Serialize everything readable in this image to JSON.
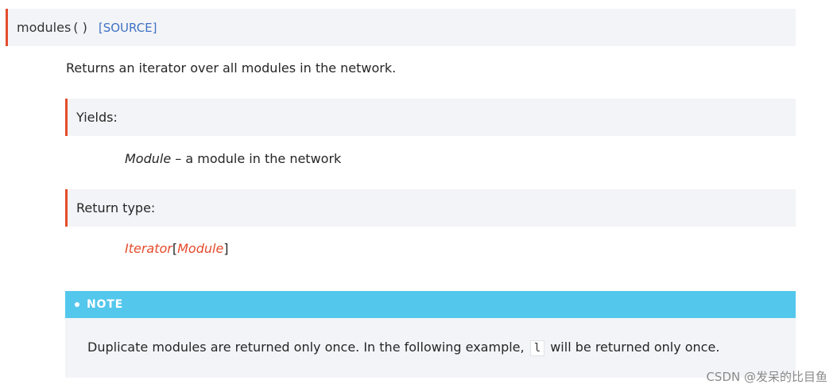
{
  "signature": {
    "name": "modules",
    "parens": "( )",
    "source_label": "[SOURCE]"
  },
  "description": "Returns an iterator over all modules in the network.",
  "yields": {
    "label": "Yields:",
    "type": "Module",
    "text": " – a module in the network"
  },
  "return_type": {
    "label": "Return type:",
    "outer": "Iterator",
    "open": "[",
    "inner": "Module",
    "close": "]"
  },
  "note": {
    "title": "NOTE",
    "text_before": "Duplicate modules are returned only once. In the following example,",
    "code": "l",
    "text_after": "will be returned only once."
  },
  "watermark": "CSDN @发呆的比目鱼"
}
